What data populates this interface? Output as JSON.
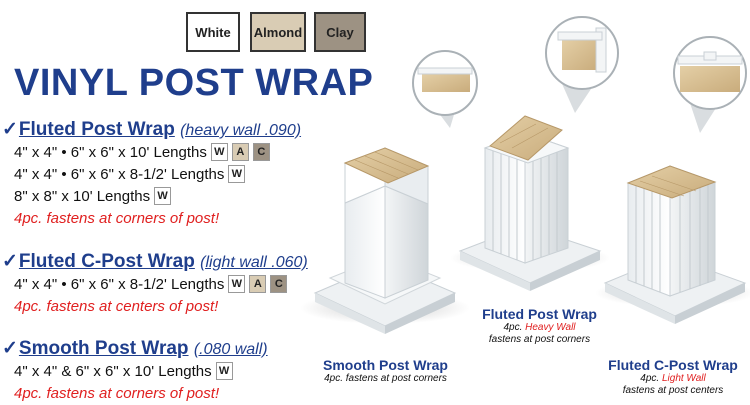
{
  "swatches": [
    {
      "label": "White",
      "color": "#ffffff"
    },
    {
      "label": "Almond",
      "color": "#d9ccb4"
    },
    {
      "label": "Clay",
      "color": "#9d9283"
    }
  ],
  "title": "VINYL POST WRAP",
  "sections": [
    {
      "name": "Fluted Post Wrap",
      "sub": "(heavy wall .090)",
      "lines": [
        {
          "text": "4\" x 4\" • 6\" x 6\" x 10' Lengths",
          "chips": [
            "W",
            "A",
            "C"
          ]
        },
        {
          "text": "4\" x 4\" • 6\" x 6\" x 8-1/2' Lengths",
          "chips": [
            "W"
          ]
        },
        {
          "text": "8\" x 8\" x 10' Lengths",
          "chips": [
            "W"
          ]
        }
      ],
      "note": "4pc. fastens at corners of post!"
    },
    {
      "name": "Fluted C-Post Wrap",
      "sub": "(light wall .060)",
      "lines": [
        {
          "text": "4\" x 4\" • 6\" x 6\" x 8-1/2' Lengths",
          "chips": [
            "W",
            "A",
            "C"
          ]
        }
      ],
      "note": "4pc. fastens at centers of post!"
    },
    {
      "name": "Smooth Post Wrap",
      "sub": "(.080 wall)",
      "lines": [
        {
          "text": "4\" x 4\"  &  6\" x 6\" x 10' Lengths",
          "chips": [
            "W"
          ]
        }
      ],
      "note": "4pc. fastens at corners of post!"
    }
  ],
  "captions": {
    "smooth": {
      "title": "Smooth Post Wrap",
      "line1": "4pc. fastens at post corners"
    },
    "fluted": {
      "title": "Fluted Post Wrap",
      "line1_pre": "4pc. ",
      "line1_red": "Heavy Wall",
      "line2": "fastens at post corners"
    },
    "cpost": {
      "title": "Fluted C-Post Wrap",
      "line1_pre": "4pc. ",
      "line1_red": "Light Wall",
      "line2": "fastens at post centers"
    }
  },
  "chip_colors": {
    "W": "#ffffff",
    "A": "#d9ccb4",
    "C": "#9d9283"
  }
}
